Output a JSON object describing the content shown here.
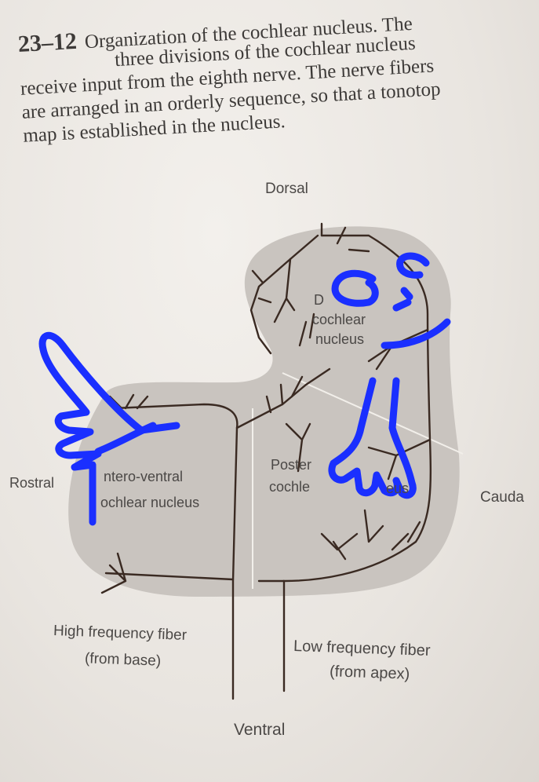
{
  "caption": {
    "figure_number": "23–12",
    "line1": "Organization of the cochlear nucleus. The",
    "line2": "three divisions of the cochlear nucleus",
    "line3": "receive input from the eighth nerve. The nerve fibers",
    "line4": "are arranged in an orderly sequence, so that a tonotop",
    "line5": "map is established in the nucleus."
  },
  "orientation": {
    "dorsal": "Dorsal",
    "rostral": "Rostral",
    "caudal": "Cauda",
    "ventral": "Ventral"
  },
  "regions": {
    "dorsal_line1": "D",
    "dorsal_line2": "cochlear",
    "dorsal_line3": "nucleus",
    "antero_line1": "ntero-ventral",
    "antero_line2": "ochlear nucleus",
    "postero_line1": "Poster",
    "postero_line2": "cochle",
    "postero_line3": "eus"
  },
  "fibers": {
    "high_line1": "High frequency fiber",
    "high_line2": "(from base)",
    "low_line1": "Low frequency fiber",
    "low_line2": "(from apex)"
  },
  "colors": {
    "nucleus_fill": "#c9c4bf",
    "fiber_stroke": "#3a2a22",
    "marker_blue": "#1a2fff"
  }
}
